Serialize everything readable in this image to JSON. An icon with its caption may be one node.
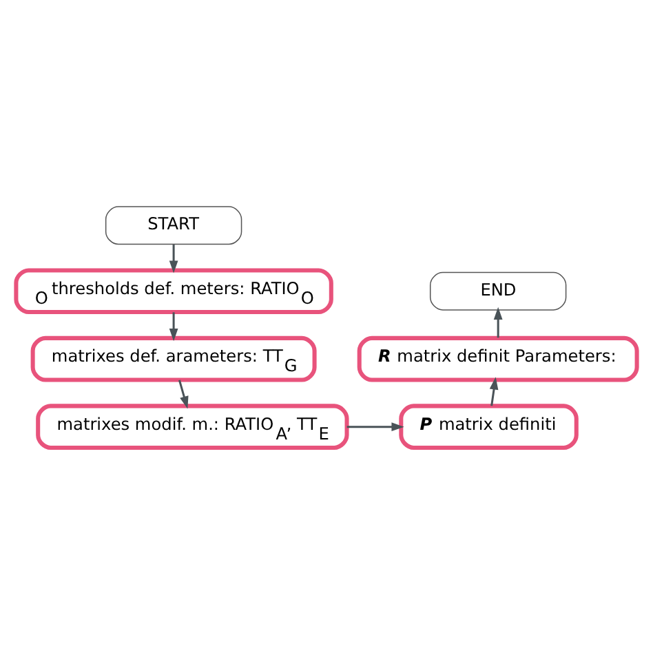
{
  "diagram": {
    "nodes": [
      {
        "text": [
          "START"
        ]
      },
      {
        "text": [
          "$_{O}$ thresholds def. meters: RATIO$_{O}$"
        ]
      },
      {
        "text": [
          "matrixes def. arameters: TT$_{G}$"
        ]
      },
      {
        "text": [
          "matrixes modif. m.: RATIO$_{A}$, TT$_{E}$"
        ]
      },
      {
        "text": [
          "**P** matrix definiti"
        ]
      },
      {
        "text": [
          "**R** matrix definit Parameters:"
        ]
      },
      {
        "text": [
          "END"
        ]
      }
    ],
    "edges": [
      {
        "from": 0,
        "to": 1,
        "arrow": "to"
      },
      {
        "from": 1,
        "to": 2,
        "arrow": "to"
      },
      {
        "from": 2,
        "to": 3,
        "arrow": "to"
      },
      {
        "from": 3,
        "to": 4,
        "arrow": "to"
      },
      {
        "from": 4,
        "to": 5,
        "arrow": "to"
      },
      {
        "from": 5,
        "to": 6,
        "arrow": "to"
      }
    ]
  }
}
